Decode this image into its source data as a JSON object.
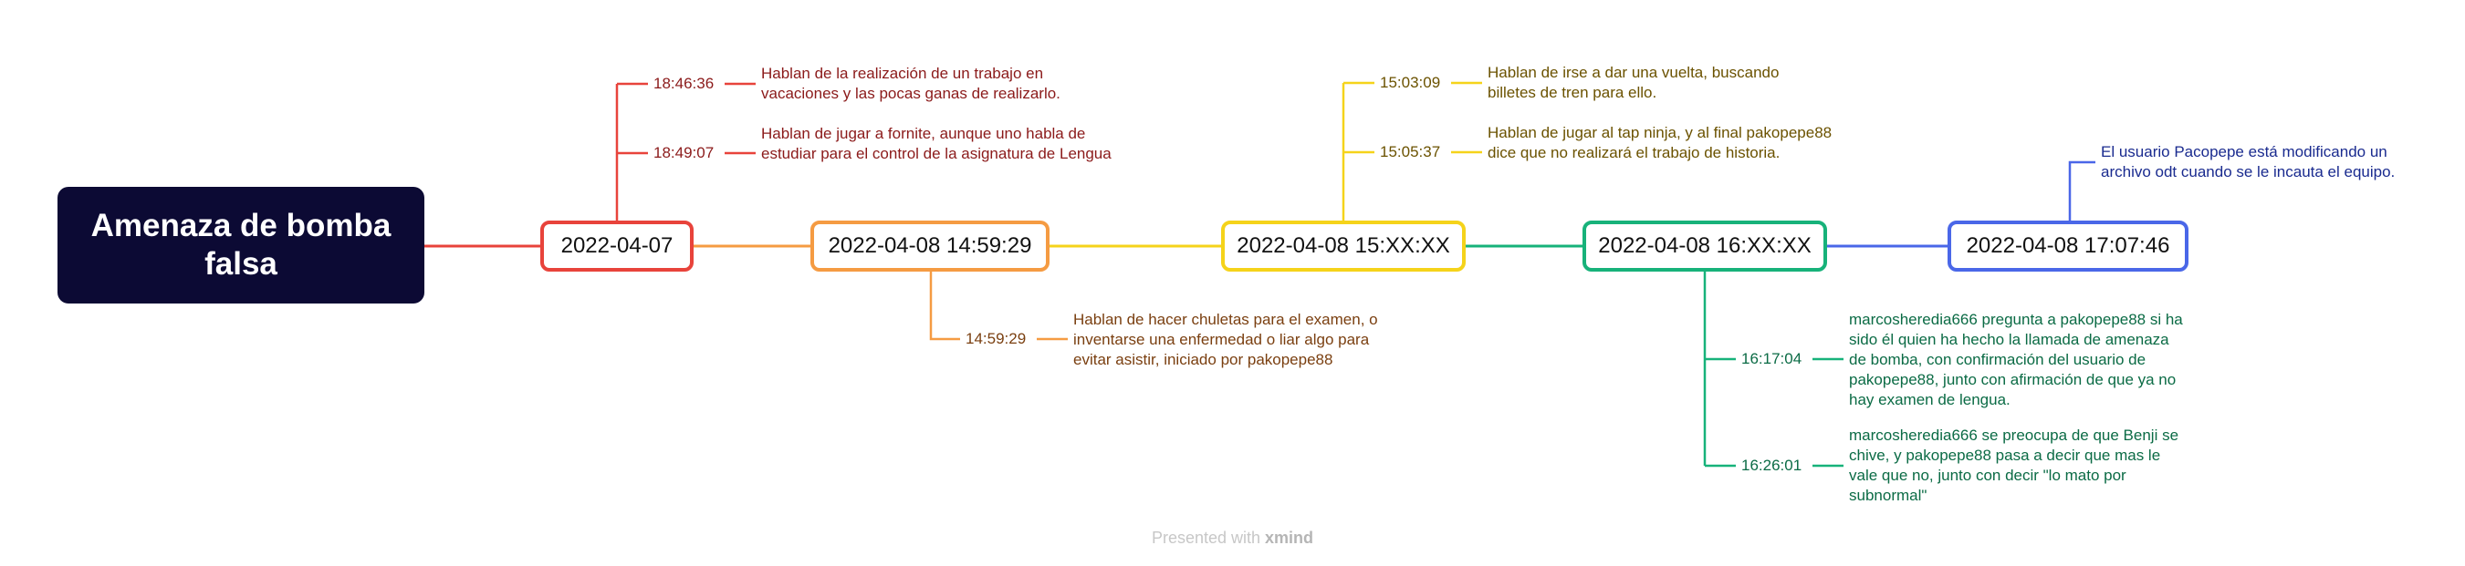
{
  "root": {
    "title": "Amenaza de bomba falsa"
  },
  "colors": {
    "root_bg": "#0c0a34",
    "red": "#e8433b",
    "orange": "#f59b42",
    "yellow": "#f5d31a",
    "green": "#17b27a",
    "blue": "#4a67e8",
    "red_text": "#8b1a1a",
    "orange_text": "#7a3f10",
    "yellow_text": "#6b5200",
    "green_text": "#0b6b45",
    "blue_text": "#1a2b8f"
  },
  "nodes": [
    {
      "label": "2022-04-07",
      "children": [
        {
          "time": "18:46:36",
          "text": "Hablan de la realización de un trabajo en vacaciones y las pocas ganas de realizarlo."
        },
        {
          "time": "18:49:07",
          "text": "Hablan de jugar a fornite, aunque uno habla de estudiar para el control de la asignatura de Lengua"
        }
      ]
    },
    {
      "label": "2022-04-08 14:59:29",
      "children": [
        {
          "time": "14:59:29",
          "text": "Hablan de hacer chuletas para el examen, o inventarse una enfermedad o liar algo para evitar asistir, iniciado por pakopepe88"
        }
      ]
    },
    {
      "label": "2022-04-08 15:XX:XX",
      "children": [
        {
          "time": "15:03:09",
          "text": "Hablan de irse a dar una vuelta, buscando billetes de tren para ello."
        },
        {
          "time": "15:05:37",
          "text": "Hablan de jugar al tap ninja, y al final pakopepe88 dice que no realizará el trabajo de historia."
        }
      ]
    },
    {
      "label": "2022-04-08 16:XX:XX",
      "children": [
        {
          "time": "16:17:04",
          "text": "marcosheredia666 pregunta a pakopepe88 si ha sido él quien ha hecho la llamada de amenaza de bomba, con confirmación del usuario de pakopepe88, junto con afirmación de que ya no hay examen de lengua."
        },
        {
          "time": "16:26:01",
          "text": "marcosheredia666 se preocupa de que Benji se chive, y pakopepe88 pasa a decir que mas le vale que no, junto con decir \"lo mato por subnormal\""
        }
      ]
    },
    {
      "label": "2022-04-08 17:07:46",
      "children": [
        {
          "text": "El usuario Pacopepe está modificando un archivo odt cuando se le incauta el equipo."
        }
      ]
    }
  ],
  "footer": {
    "prefix": "Presented with",
    "brand": "xmind"
  }
}
